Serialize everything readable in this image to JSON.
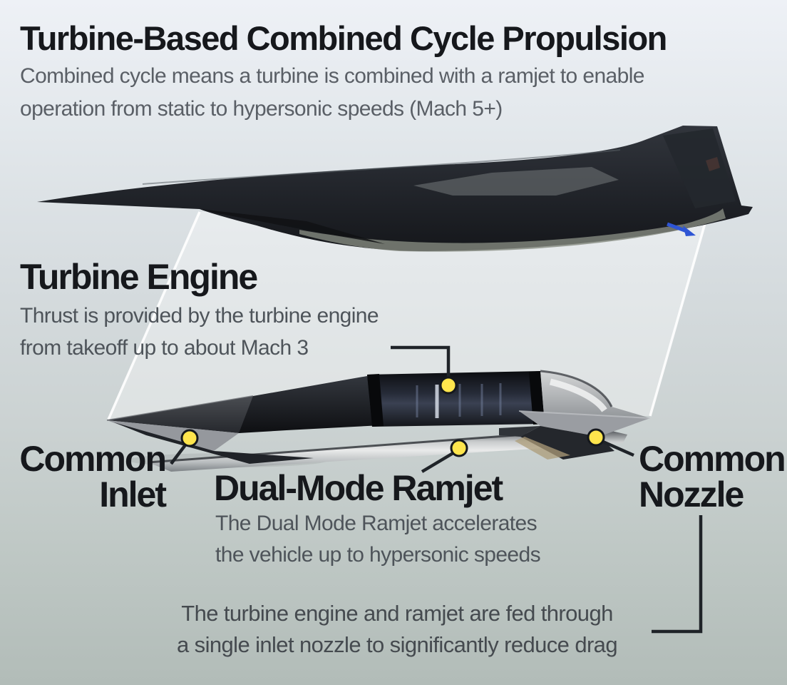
{
  "header": {
    "title": "Turbine-Based Combined Cycle Propulsion",
    "subtitle1": "Combined cycle means a turbine is combined with a ramjet to enable",
    "subtitle2": "operation from static to hypersonic speeds (Mach 5+)"
  },
  "sections": {
    "turbine": {
      "title": "Turbine Engine",
      "desc1": "Thrust is provided by the turbine engine",
      "desc2": "from takeoff up to about Mach 3"
    },
    "inlet": {
      "line1": "Common",
      "line2": "Inlet"
    },
    "ramjet": {
      "title": "Dual-Mode Ramjet",
      "desc1": "The Dual Mode Ramjet accelerates",
      "desc2": "the vehicle up to hypersonic speeds"
    },
    "nozzle": {
      "line1": "Common",
      "line2": "Nozzle"
    }
  },
  "footnote": {
    "line1": "The turbine engine and ramjet are fed through",
    "line2": "a single inlet nozzle to significantly reduce drag"
  },
  "colors": {
    "accent_dot": "#ffe54d",
    "dot_outline": "#15181c",
    "callout_line": "#1f2328",
    "zoom_line": "#ffffff",
    "arrow_blue": "#2e55d4",
    "title_text": "#16181c",
    "body_text": "#4e545a",
    "footnote_text": "#454a4f",
    "background_top": "#eef1f6",
    "background_bottom": "#b2bcb8"
  }
}
